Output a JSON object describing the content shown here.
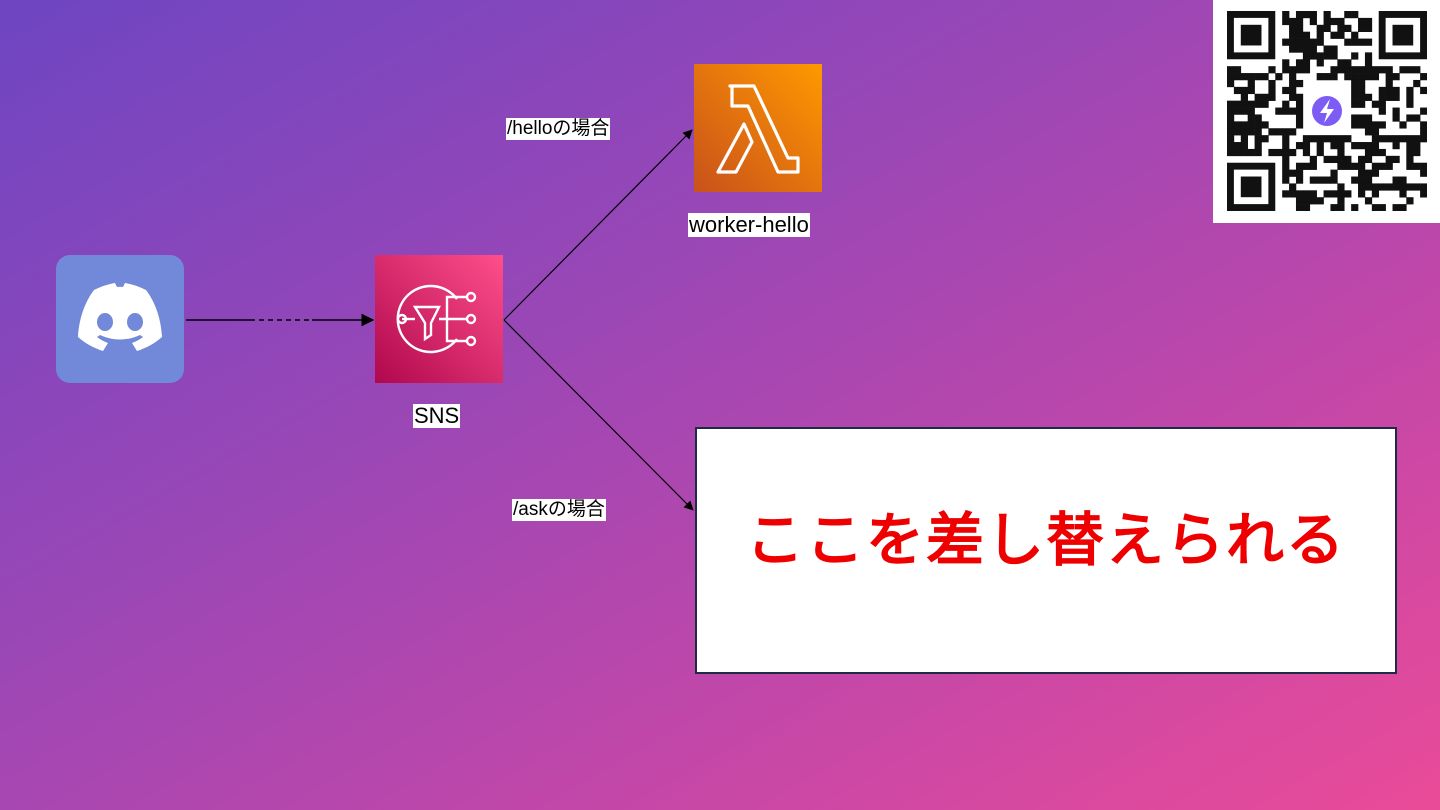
{
  "diagram": {
    "nodes": {
      "discord": {
        "icon": "discord-icon",
        "color": "#7289da"
      },
      "sns": {
        "label": "SNS",
        "icon": "sns-icon"
      },
      "worker_hello": {
        "label": "worker-hello",
        "icon": "lambda-icon"
      }
    },
    "edges": {
      "hello": {
        "label": "/helloの場合"
      },
      "ask": {
        "label": "/askの場合"
      }
    },
    "placeholder": {
      "text": "ここを差し替えられる",
      "color": "#ee0000"
    }
  },
  "qr": {
    "badge_icon": "lightning-icon",
    "badge_color": "#7c5cf5"
  }
}
